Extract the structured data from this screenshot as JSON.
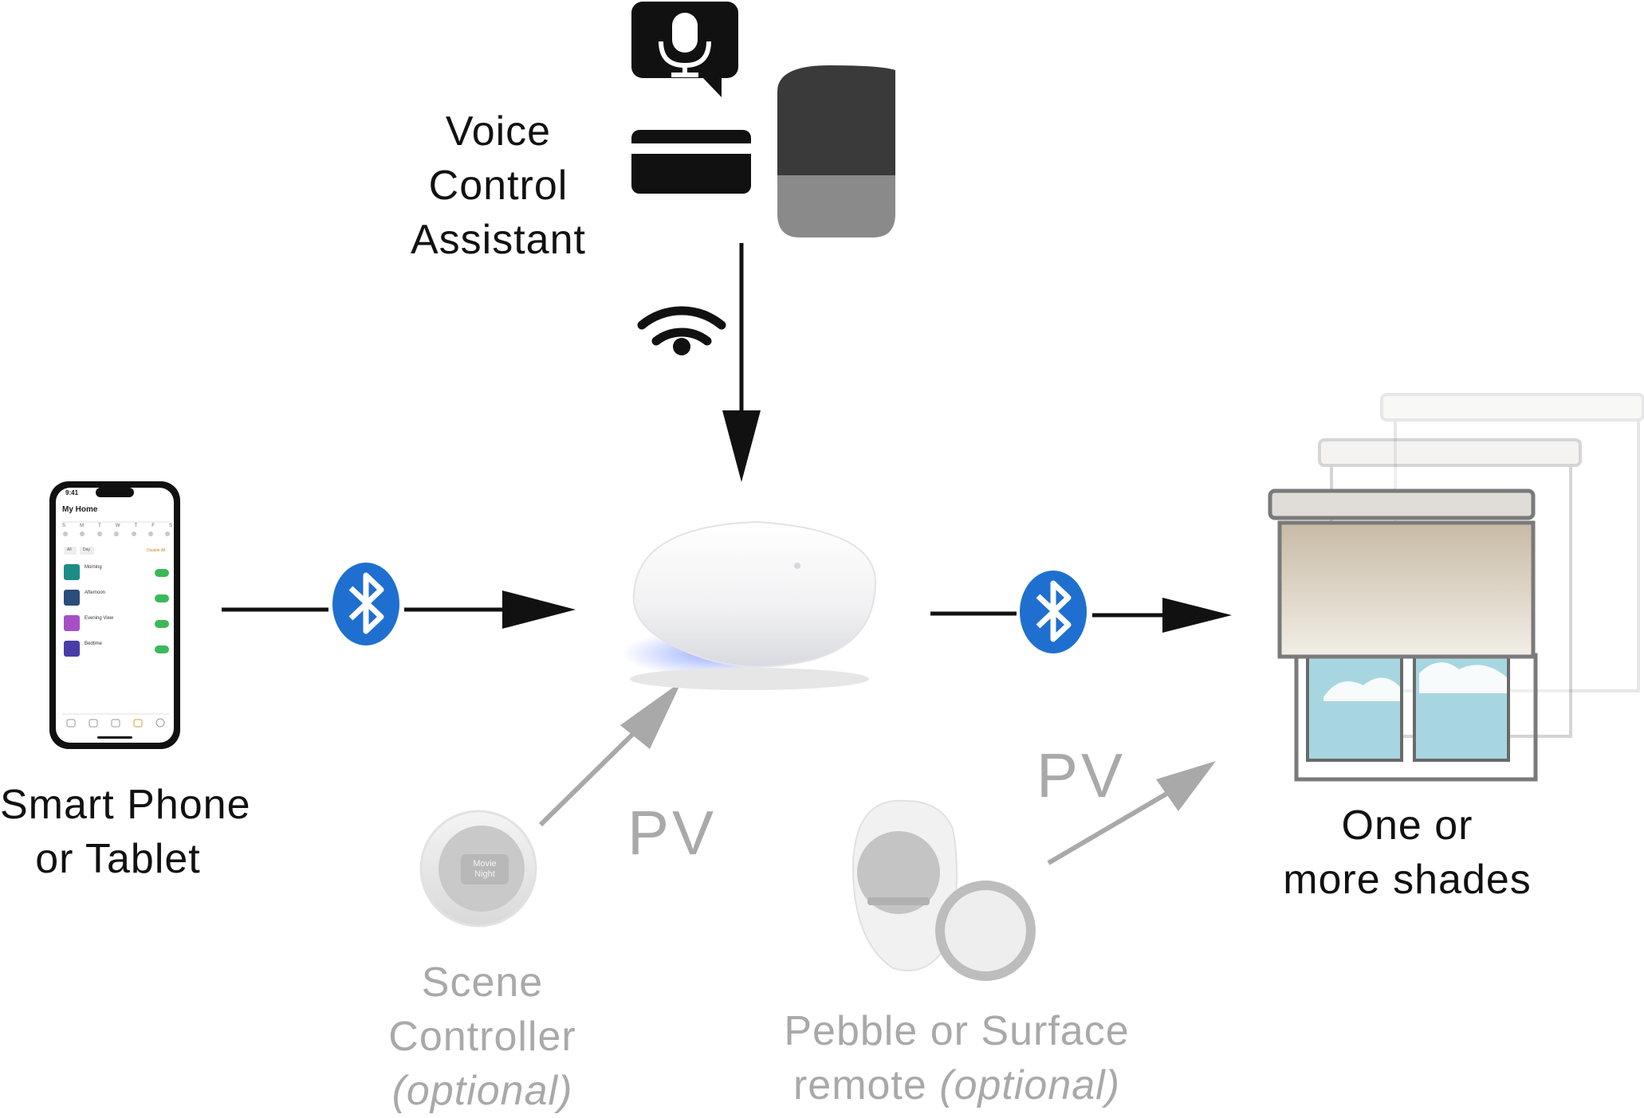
{
  "labels": {
    "voice": [
      "Voice",
      "Control",
      "Assistant"
    ],
    "phone": [
      "Smart Phone",
      "or Tablet"
    ],
    "shades": [
      "One or",
      "more shades"
    ],
    "scene": {
      "line1": "Scene",
      "line2": "Controller",
      "optional": "(optional)"
    },
    "pebble": {
      "line1": "Pebble or Surface",
      "line2_prefix": "remote ",
      "optional": "(optional)"
    }
  },
  "protocol": {
    "pv": "PV"
  },
  "phone_screen": {
    "time": "9:41",
    "title": "My Home",
    "days": [
      "S",
      "M",
      "T",
      "W",
      "T",
      "F",
      "S"
    ],
    "filter_all": "All",
    "filter_day": "Day",
    "disable_all": "Disable All",
    "schedules": [
      {
        "name": "Morning",
        "color": "#1c8c86"
      },
      {
        "name": "Afternoon",
        "color": "#2b4c7c"
      },
      {
        "name": "Evening View",
        "color": "#a84fc8"
      },
      {
        "name": "Bedtime",
        "color": "#4a3ca8"
      }
    ]
  },
  "scene_display": {
    "line1": "Movie",
    "line2": "Night"
  },
  "colors": {
    "bluetooth": "#1f6fd1",
    "arrow": "#111111",
    "muted": "#a9a9a9",
    "speaker_top": "#3a3a3a",
    "speaker_bottom": "#8a8a8a",
    "hub_glow": "#8fa6ff",
    "window_sky": "#a8d6e0",
    "shade_fabric": "#cfc3b0"
  }
}
